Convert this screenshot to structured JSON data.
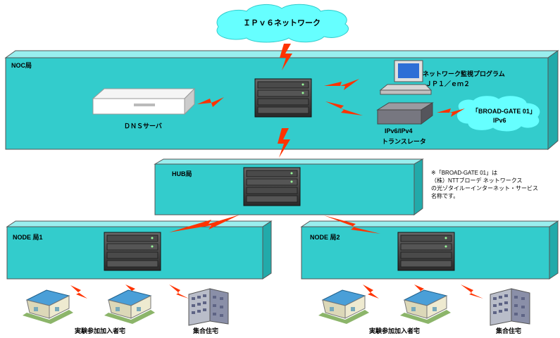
{
  "cloud_top": "ＩＰｖ６ネットワーク",
  "cloud_right": {
    "line1": "「BROAD-GATE 01」",
    "line2": "IPv6"
  },
  "noc": {
    "label": "NOC局",
    "dns_label": "ＤＮＳサーバ",
    "pc_label_1": "ネットワーク監視プログラム",
    "pc_label_2": "ＪＰ１／ｅｍ２",
    "translator_1": "IPv6/IPv4",
    "translator_2": "トランスレータ"
  },
  "hub": {
    "label": "HUB局"
  },
  "note": [
    "※「BROAD-GATE 01」は",
    "（株）NTTブローデ ネットワークス",
    "の光ゾタイルーインターネット・サービス",
    "名称です。"
  ],
  "node1": {
    "label": "NODE 局1",
    "house_label": "実験参加加入者宅",
    "apt_label": "集合住宅"
  },
  "node2": {
    "label": "NODE 局2",
    "house_label": "実験参加加入者宅",
    "apt_label": "集合住宅"
  },
  "colors": {
    "platform": "#33cccc",
    "cloud": "#66ffff",
    "bolt": "#ff3300"
  }
}
